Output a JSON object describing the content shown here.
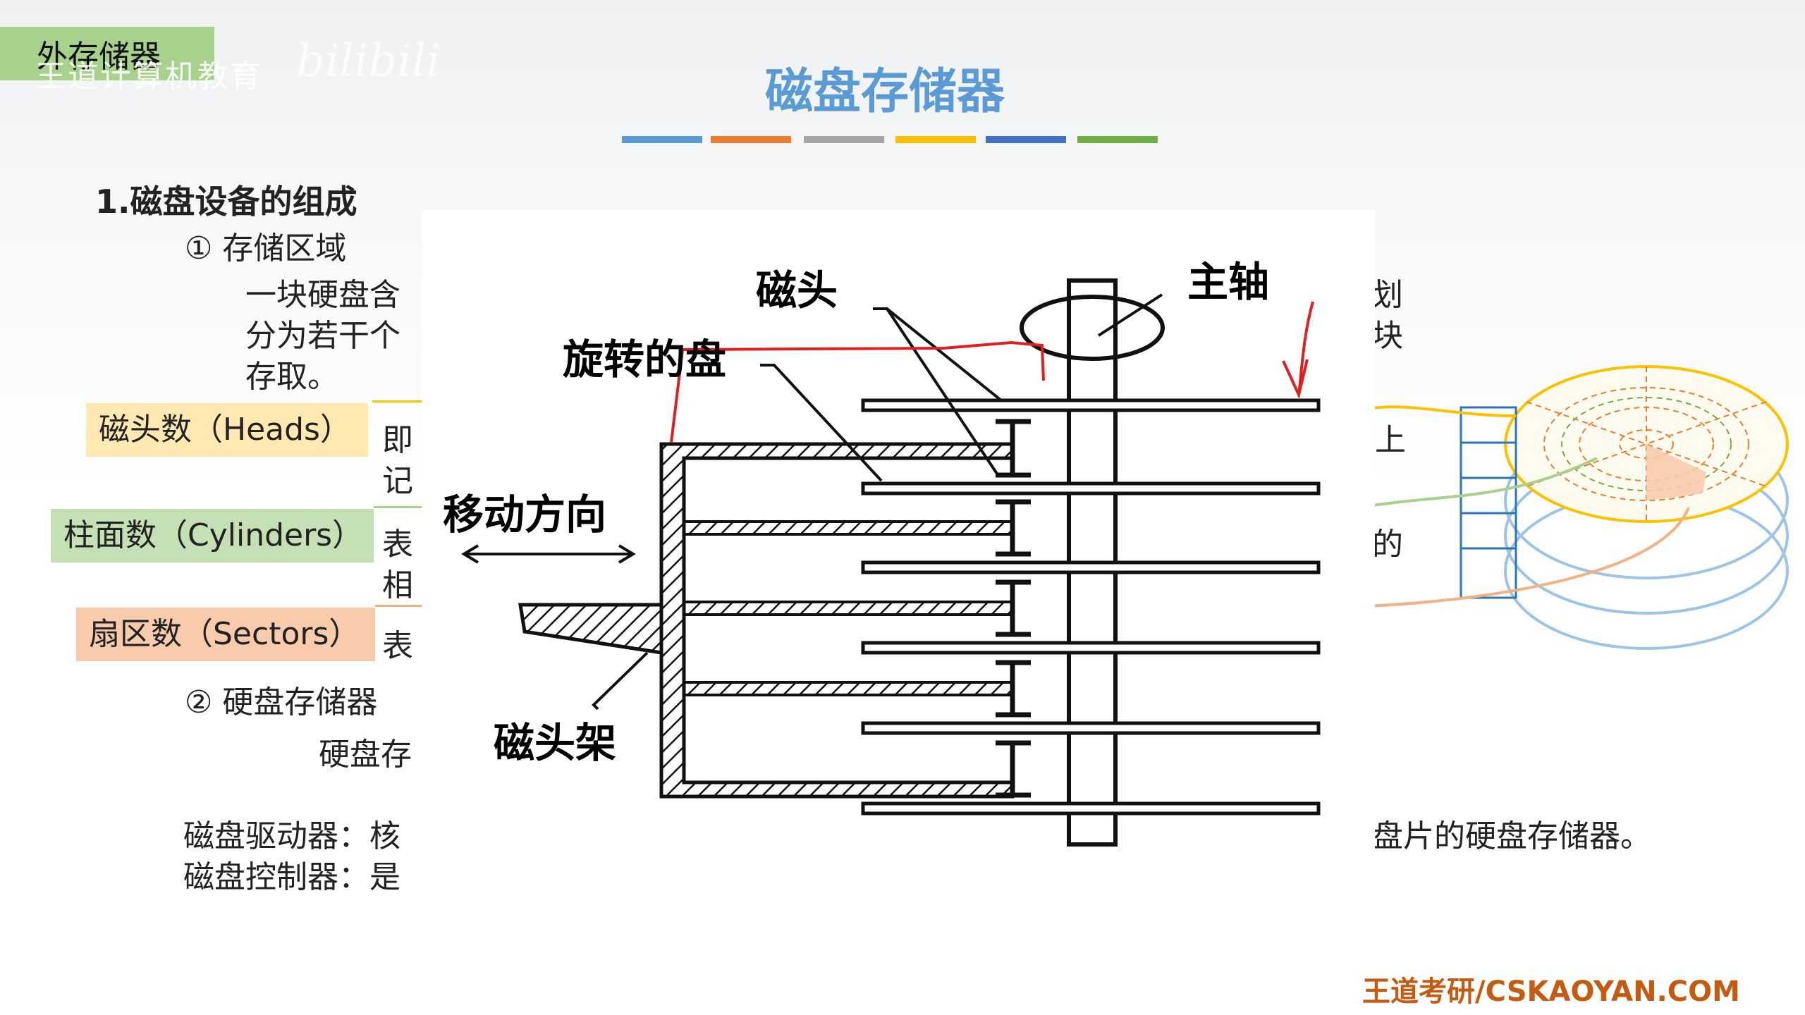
{
  "header": {
    "section_badge": "外存储器",
    "watermark": "王道计算机教育",
    "watermark_logo": "bilibili",
    "title": "磁盘存储器"
  },
  "colors": {
    "title": "#5b9bd5",
    "bars": [
      "#5b9bd5",
      "#ed7d31",
      "#a5a5a5",
      "#ffc000",
      "#4472c4",
      "#70ad47"
    ],
    "heads_tag": "#ffe9b3",
    "cylinders_tag": "#c5e0b4",
    "sectors_tag": "#f8cbad",
    "annotation_red": "#e02020"
  },
  "body": {
    "section_1": "1.磁盘设备的组成",
    "item_1": "① 存储区域",
    "line_1": "一块硬盘含",
    "line_1_tail": "划",
    "line_2": "分为若干个",
    "line_2_tail": "块",
    "line_3": "存取。",
    "tags": [
      {
        "label": "磁头数（Heads）",
        "text_a": "即",
        "text_b": "记",
        "tail": "上"
      },
      {
        "label": "柱面数（Cylinders）",
        "text_a": "表",
        "text_b": "相",
        "tail": "的"
      },
      {
        "label": "扇区数（Sectors）",
        "text_a": "表",
        "text_b": "",
        "tail": ""
      }
    ],
    "item_2": "② 硬盘存储器",
    "item_2_text": "硬盘存",
    "driver_line": "磁盘驱动器：核",
    "driver_tail": "盘片的硬盘存储器。",
    "controller_line": "磁盘控制器：是"
  },
  "diagram": {
    "label_head": "磁头",
    "label_spindle": "主轴",
    "label_platter": "旋转的盘",
    "label_direction": "移动方向",
    "label_arm": "磁头架"
  },
  "footer": {
    "brand": "王道考研/CSKAOYAN.COM"
  }
}
